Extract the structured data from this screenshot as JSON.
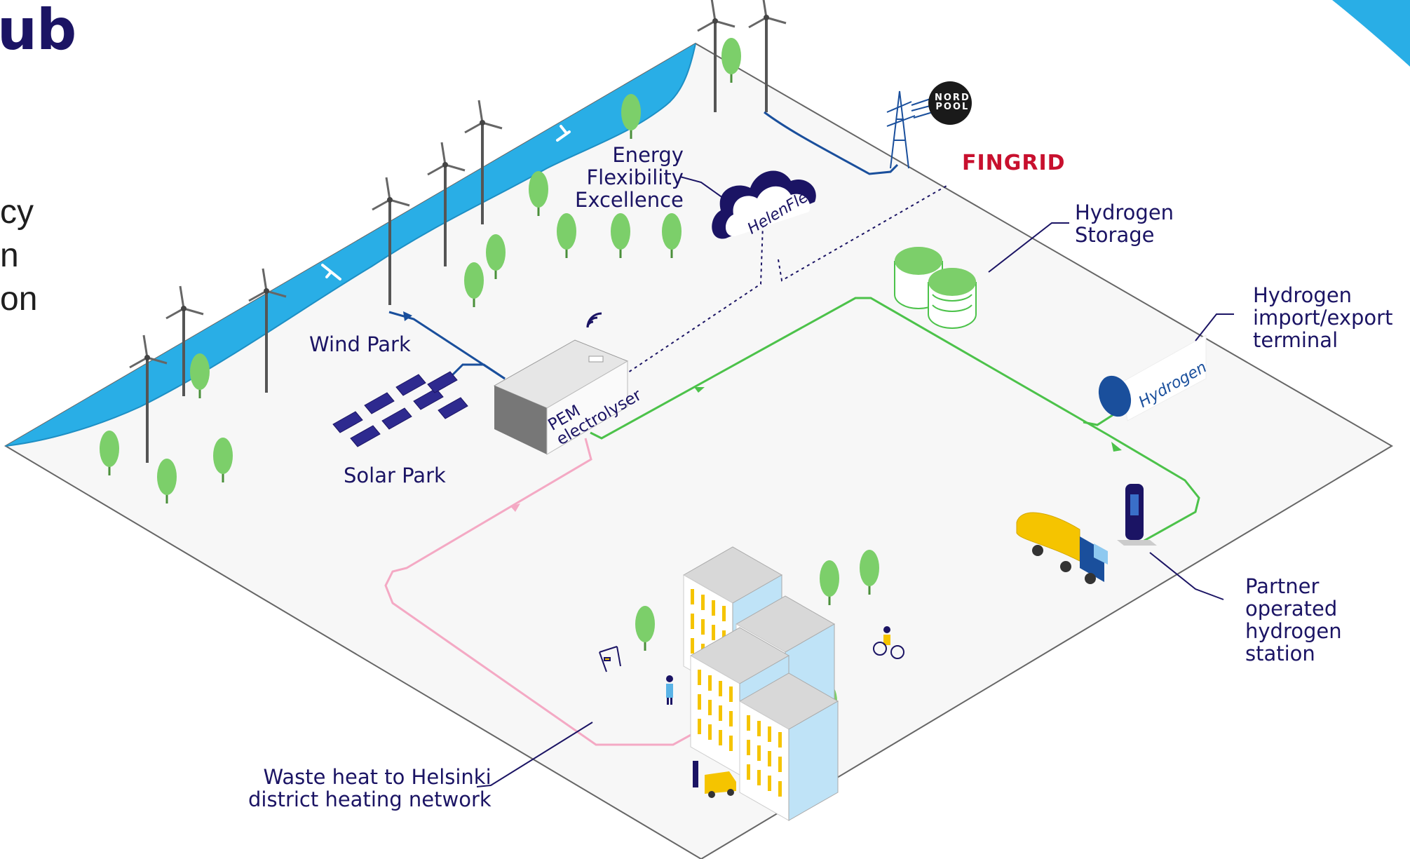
{
  "slide": {
    "title_fragment": "ub",
    "body_lines": [
      "cy",
      "n",
      "on"
    ]
  },
  "labels": {
    "energy_flex": [
      "Energy",
      "Flexibility",
      "Excellence"
    ],
    "helenflex": "HelenFlex",
    "nordpool": [
      "NORD",
      "POOL"
    ],
    "fingrid": "FINGRID",
    "hydrogen_storage": [
      "Hydrogen",
      "Storage"
    ],
    "hydrogen_terminal": [
      "Hydrogen",
      "import/export",
      "terminal"
    ],
    "hydrogen_tank": "Hydrogen",
    "wind_park": "Wind Park",
    "solar_park": "Solar Park",
    "pem": [
      "PEM",
      "electrolyser"
    ],
    "partner_station": [
      "Partner operated",
      "hydrogen station"
    ],
    "waste_heat": [
      "Waste heat to Helsinki",
      "district heating network"
    ]
  },
  "colors": {
    "navy": "#1b1464",
    "water": "#29aee6",
    "green_flow": "#4cc24a",
    "pink_flow": "#f4a9c4",
    "blue_flow": "#1a4f9c",
    "fingrid_red": "#c8102e",
    "tree_green": "#7ccf6a",
    "truck_yellow": "#f5c400"
  }
}
